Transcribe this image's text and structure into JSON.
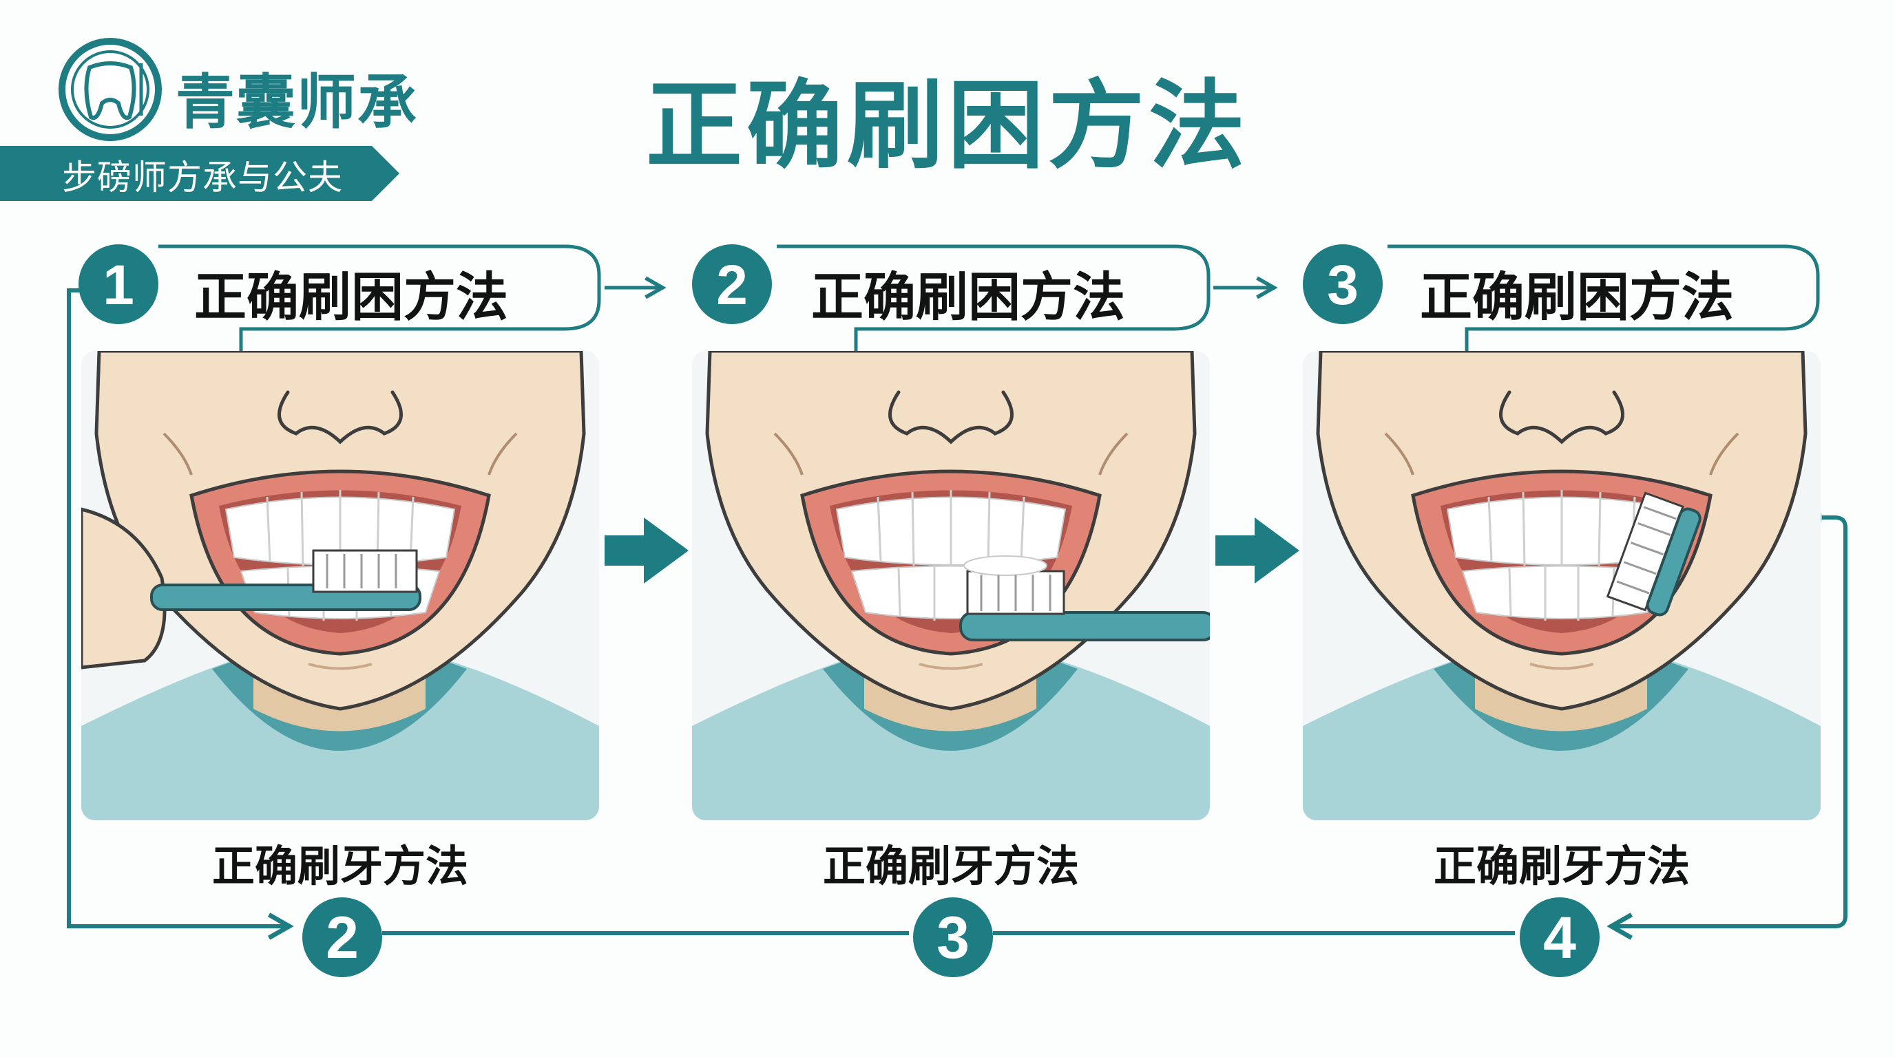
{
  "brand": {
    "name": "青囊师承",
    "tagline": "步磅师方承与公夫",
    "logo_icon": "tooth-badge-icon"
  },
  "title": "正确刷困方法",
  "steps": [
    {
      "number": "1",
      "title": "正确刷困方法",
      "caption": "正确刷牙方法",
      "illustration": "face-brushing-front-teeth"
    },
    {
      "number": "2",
      "title": "正确刷困方法",
      "caption": "正确刷牙方法",
      "illustration": "face-brushing-bottom-teeth"
    },
    {
      "number": "3",
      "title": "正确刷困方法",
      "caption": "正确刷牙方法",
      "illustration": "face-brushing-side-teeth"
    }
  ],
  "bottom_steps": [
    "2",
    "3",
    "4"
  ],
  "colors": {
    "teal": "#1e7d82",
    "skin": "#f3dfc5",
    "gum": "#e08476",
    "shirt": "#6bb0b7",
    "text": "#121212"
  }
}
